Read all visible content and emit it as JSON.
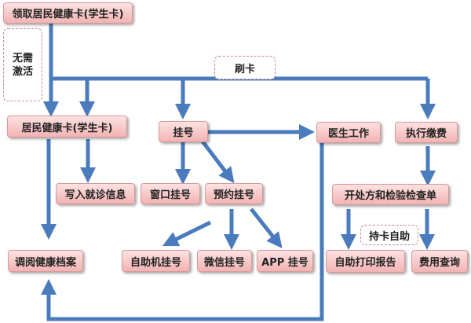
{
  "diagram": {
    "boxes": {
      "get_card": "领取居民健康卡(学生卡)",
      "health_card": "居民健康卡(学生卡)",
      "write_info": "写入就诊信息",
      "view_records": "调阅健康档案",
      "register": "挂号",
      "window_reg": "窗口挂号",
      "appointment_reg": "预约挂号",
      "kiosk_reg": "自助机挂号",
      "wechat_reg": "微信挂号",
      "app_reg": "APP 挂号",
      "doctor_work": "医生工作",
      "pay": "执行缴费",
      "prescribe_exam": "开处方和检验检查单",
      "self_print": "自助打印报告",
      "fee_query": "费用查询"
    },
    "notes": {
      "no_activation_line1": "无需",
      "no_activation_line2": "激活",
      "swipe_card": "刷卡",
      "self_service": "持卡自助"
    },
    "colors": {
      "arrow": "#4a7bbd",
      "box_fill_top": "#fde2e2",
      "box_fill_bottom": "#f2b3b3"
    }
  }
}
